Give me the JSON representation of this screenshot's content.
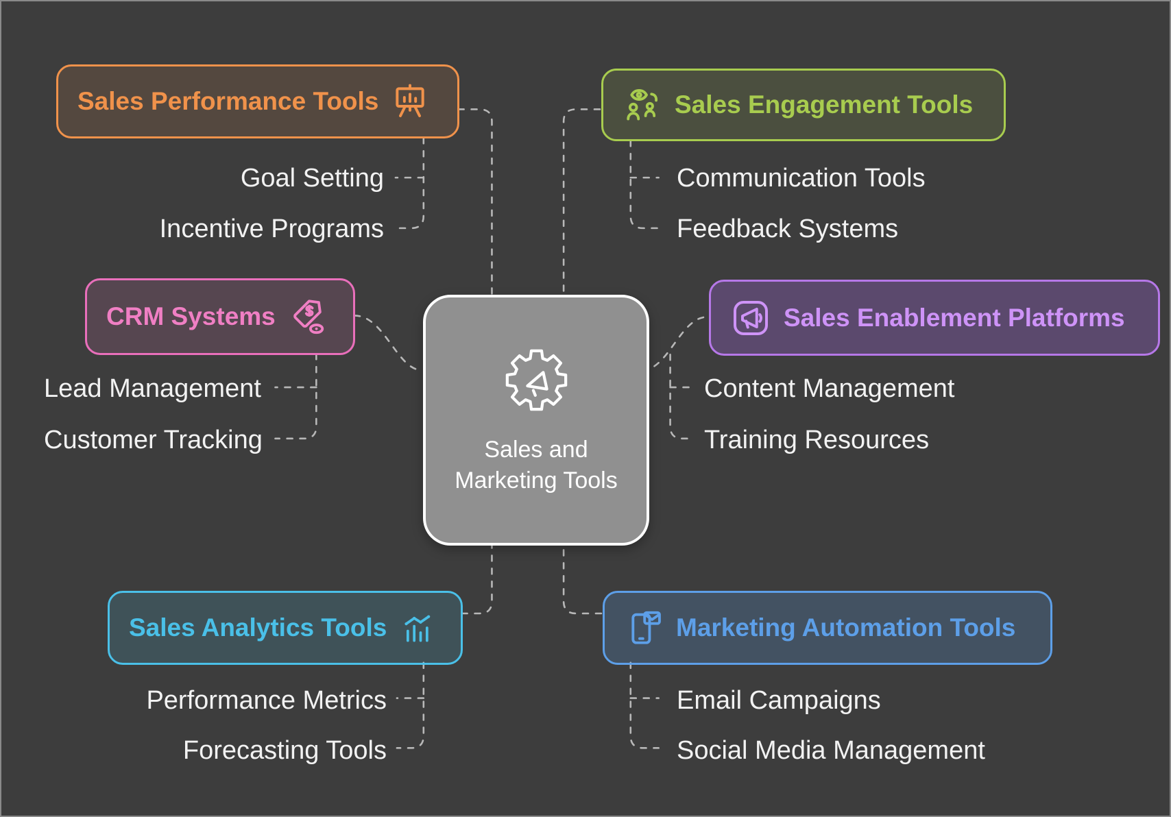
{
  "canvas": {
    "background": "#3d3d3d",
    "connector_color": "#b8b8b8",
    "center_fill": "#909090"
  },
  "center": {
    "title": "Sales and Marketing Tools",
    "icon": "gear-megaphone-icon"
  },
  "branches": [
    {
      "label": "Sales Performance Tools",
      "color": "#F0924B",
      "icon": "presentation-chart-icon",
      "children": [
        "Goal Setting",
        "Incentive Programs"
      ]
    },
    {
      "label": "Sales Engagement Tools",
      "color": "#A8CC4F",
      "icon": "people-eye-icon",
      "children": [
        "Communication Tools",
        "Feedback Systems"
      ]
    },
    {
      "label": "CRM Systems",
      "color": "#F07FC4",
      "icon": "price-tag-eye-icon",
      "children": [
        "Lead Management",
        "Customer Tracking"
      ]
    },
    {
      "label": "Sales Enablement Platforms",
      "color": "#CE93F7",
      "icon": "megaphone-badge-icon",
      "children": [
        "Content Management",
        "Training Resources"
      ]
    },
    {
      "label": "Sales Analytics Tools",
      "color": "#4AC0E8",
      "icon": "bar-line-chart-icon",
      "children": [
        "Performance Metrics",
        "Forecasting Tools"
      ]
    },
    {
      "label": "Marketing Automation Tools",
      "color": "#5D9FE8",
      "icon": "phone-mail-icon",
      "children": [
        "Email Campaigns",
        "Social Media Management"
      ]
    }
  ]
}
